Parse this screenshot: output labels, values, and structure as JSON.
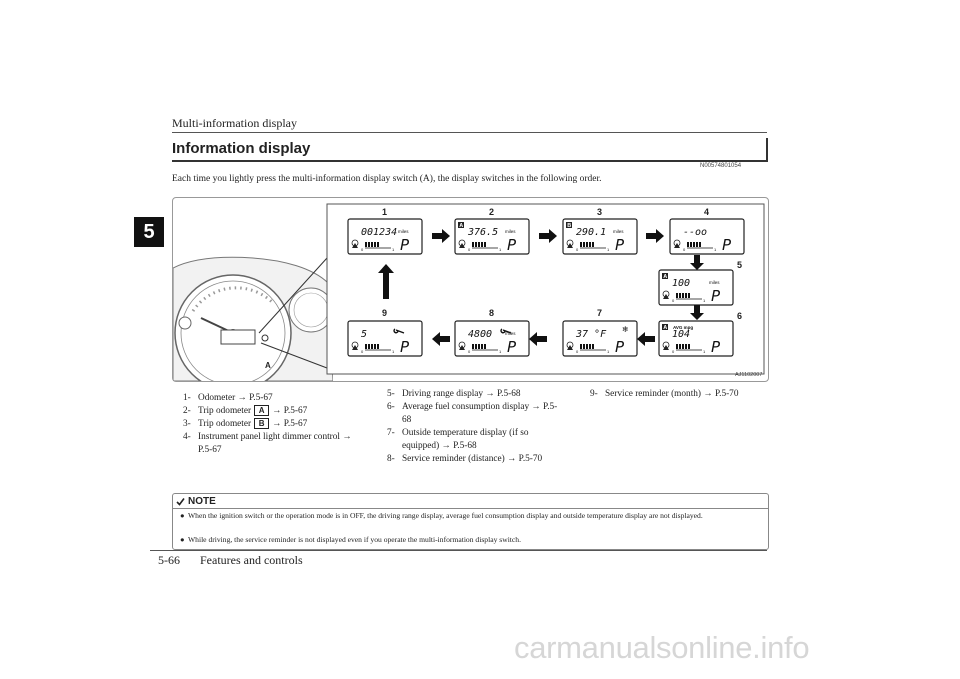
{
  "header": {
    "title": "Multi-information display"
  },
  "chapter_tab": "5",
  "section": {
    "title": "Information display",
    "ref_code": "N00574801054"
  },
  "intro": "Each time you lightly press the multi-information display switch (A), the display switches in the following order.",
  "figure": {
    "code": "AJ1102007",
    "switch_label": "A",
    "panels": [
      {
        "num": "1",
        "badge": "",
        "digits": "001234",
        "unit": "miles",
        "icon": ""
      },
      {
        "num": "2",
        "badge": "A",
        "digits": "376.5",
        "unit": "miles",
        "icon": ""
      },
      {
        "num": "3",
        "badge": "B",
        "digits": "290.1",
        "unit": "miles",
        "icon": ""
      },
      {
        "num": "4",
        "badge": "",
        "digits": "--oo",
        "unit": "",
        "icon": ""
      },
      {
        "num": "5",
        "badge": "A",
        "digits": "100",
        "unit": "miles",
        "icon": ""
      },
      {
        "num": "6",
        "badge": "A",
        "digits": "104",
        "unit": "AVG mpg",
        "icon": ""
      },
      {
        "num": "7",
        "badge": "",
        "digits": "37 °F",
        "unit": "",
        "icon": "snowflake"
      },
      {
        "num": "8",
        "badge": "",
        "digits": "4800",
        "unit": "miles",
        "icon": "wrench"
      },
      {
        "num": "9",
        "badge": "",
        "digits": "5",
        "unit": "",
        "icon": "wrench"
      }
    ],
    "gear": "P",
    "fuel_min": "0",
    "fuel_max": "1"
  },
  "list": {
    "col1": [
      {
        "num": "1-",
        "text": "Odometer → P.5-67"
      },
      {
        "num": "2-",
        "pre": "Trip odometer",
        "key": "A",
        "post": "→ P.5-67"
      },
      {
        "num": "3-",
        "pre": "Trip odometer",
        "key": "B",
        "post": "→ P.5-67"
      },
      {
        "num": "4-",
        "text": "Instrument panel light dimmer control → P.5-67"
      }
    ],
    "col2": [
      {
        "num": "5-",
        "text": "Driving range display → P.5-68"
      },
      {
        "num": "6-",
        "text": "Average fuel consumption display → P.5-68"
      },
      {
        "num": "7-",
        "text": "Outside temperature display (if so equipped) → P.5-68"
      },
      {
        "num": "8-",
        "text": "Service reminder (distance) → P.5-70"
      }
    ],
    "col3": [
      {
        "num": "9-",
        "text": "Service reminder (month) → P.5-70"
      }
    ]
  },
  "note": {
    "label": "NOTE",
    "items": [
      "When the ignition switch or the operation mode is in OFF, the driving range display, average fuel consumption display and outside temperature display are not displayed.",
      "While driving, the service reminder is not displayed even if you operate the multi-information display switch."
    ]
  },
  "footer": {
    "page": "5-66",
    "chapter": "Features and controls"
  },
  "watermark": "carmanualsonline.info"
}
